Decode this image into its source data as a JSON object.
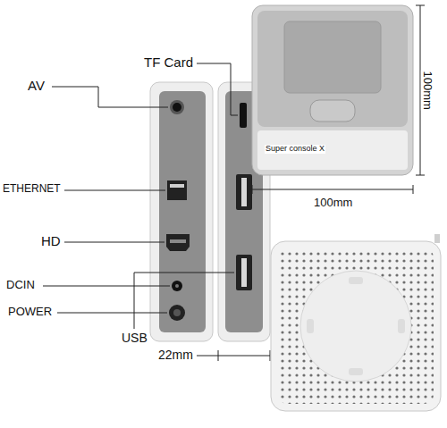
{
  "diagram": {
    "labels": [
      "AV",
      "TF Card",
      "ETHERNET",
      "HD",
      "DCIN",
      "POWER",
      "USB",
      "22mm",
      "Super console X",
      "100mm",
      "100mm"
    ]
  }
}
